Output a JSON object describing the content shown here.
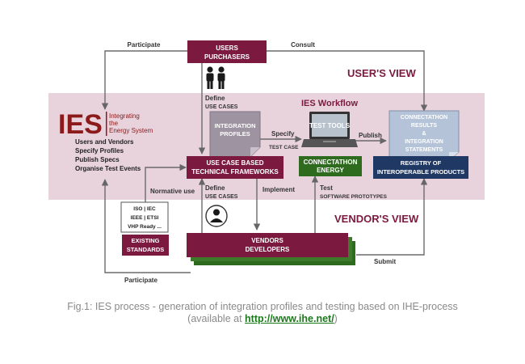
{
  "diagram": {
    "ies_title": "IES",
    "ies_subtitle": [
      "Integrating",
      "the",
      "Energy System"
    ],
    "ies_bullets": [
      "Users and Vendors",
      "Specify Profiles",
      "Publish Specs",
      "Organise Test Events"
    ],
    "users_box": [
      "USERS",
      "PURCHASERS"
    ],
    "users_view": "USER'S VIEW",
    "vendors_view": "VENDOR'S VIEW",
    "workflow_title": "IES Workflow",
    "integration_profiles": [
      "INTEGRATION",
      "PROFILES"
    ],
    "test_tools": "TEST TOOLS",
    "connectathon_results": [
      "CONNECTATHON",
      "RESULTS",
      "&",
      "INTEGRATION",
      "STATEMENTS"
    ],
    "use_case_box": [
      "USE CASE BASED",
      "TECHNICAL FRAMEWORKS"
    ],
    "connectathon_energy": [
      "CONNECTATHON",
      "ENERGY"
    ],
    "registry_box": [
      "REGISTRY OF",
      "INTEROPERABLE PRODUCTS"
    ],
    "standards_list": [
      "ISO  |  IEC",
      "IEEE  |  ETSI",
      "VHP Ready ..."
    ],
    "existing_standards": [
      "EXISTING",
      "STANDARDS"
    ],
    "vendors_box": [
      "VENDORS",
      "DEVELOPERS"
    ],
    "labels": {
      "participate_top": "Participate",
      "consult": "Consult",
      "define_top": "Define",
      "use_cases_top": "USE CASES",
      "specify": "Specify",
      "test_case": "TEST CASE",
      "publish": "Publish",
      "normative_use": "Normative use",
      "define_bottom": "Define",
      "use_cases_bottom": "USE CASES",
      "implement": "Implement",
      "test": "Test",
      "software_prototypes": "SOFTWARE PROTOTYPES",
      "submit": "Submit",
      "participate_bottom": "Participate"
    },
    "icons": [
      "people-icon",
      "person-icon",
      "laptop-icon"
    ],
    "colors": {
      "maroon": "#7b1a3e",
      "green": "#2e6b1f",
      "navy": "#1f3864",
      "pink_band": "#e8d3dc",
      "gray_box": "#9e93a1",
      "results_blue": "#b4c3d8",
      "title_red": "#8b1a1a"
    }
  },
  "caption": {
    "line1": "Fig.1: IES process - generation of integration profiles and testing based on IHE-process",
    "line2_prefix": "(available at ",
    "link": "http://www.ihe.net/",
    "line2_suffix": ")"
  }
}
